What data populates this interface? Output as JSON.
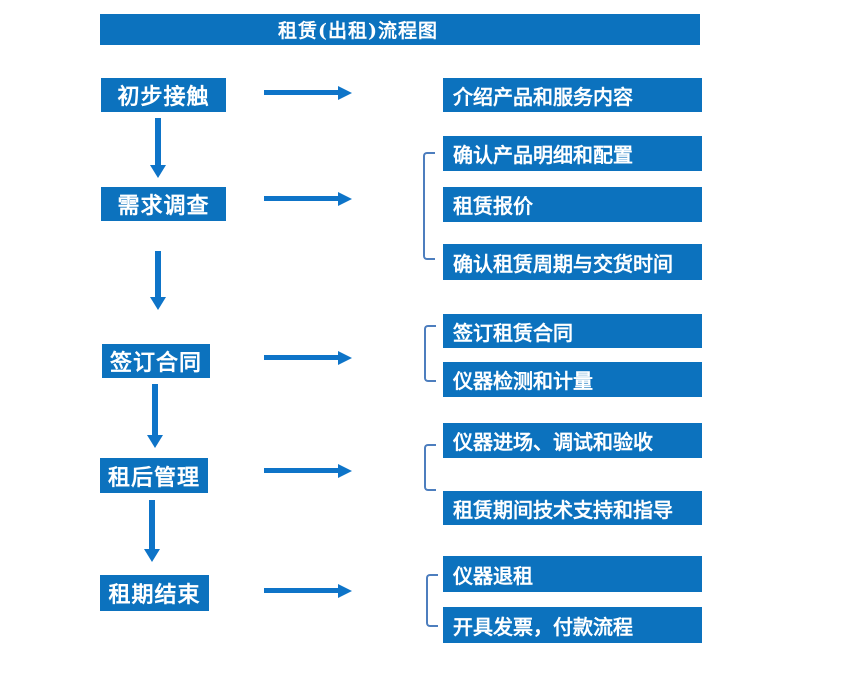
{
  "title": "租赁(出租)流程图",
  "colors": {
    "box_blue": "#0c72be",
    "arrow_blue": "#0e74c8",
    "bracket_blue": "#4d7ebe",
    "text_white": "#ffffff"
  },
  "steps": [
    {
      "label": "初步接触",
      "outputs": [
        "介绍产品和服务内容"
      ]
    },
    {
      "label": "需求调查",
      "outputs": [
        "确认产品明细和配置",
        "租赁报价",
        "确认租赁周期与交货时间"
      ]
    },
    {
      "label": "签订合同",
      "outputs": [
        "签订租赁合同",
        "仪器检测和计量"
      ]
    },
    {
      "label": "租后管理",
      "outputs": [
        "仪器进场、调试和验收",
        "租赁期间技术支持和指导"
      ]
    },
    {
      "label": "租期结束",
      "outputs": [
        "仪器退租",
        "开具发票，付款流程"
      ]
    }
  ]
}
